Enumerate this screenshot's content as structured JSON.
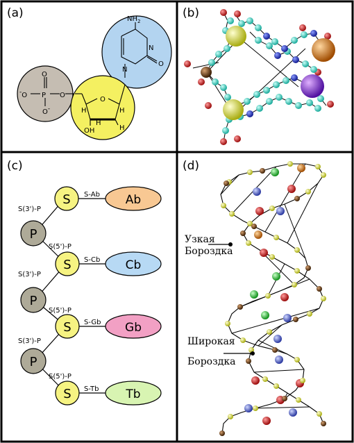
{
  "panels": {
    "a": {
      "label": "(a)",
      "base_group": {
        "nh2": "NH",
        "sub2": "2",
        "n3": "N",
        "n1": "N",
        "o": "O"
      },
      "phosphate": {
        "o_top": "O",
        "o_left": "O",
        "p": "P",
        "o_right": "O",
        "o_bottom": "O",
        "minus": "-"
      },
      "sugar": {
        "o_ring": "O",
        "h_left": "H",
        "h_right": "H",
        "h_low_left": "H",
        "h_low_right": "H",
        "oh": "OH"
      },
      "colors": {
        "base": "#b3d4f0",
        "phosphate": "#c5bdb2",
        "sugar": "#f4f061"
      }
    },
    "b": {
      "label": "(b)",
      "colors": {
        "cyan": "#3ad7c8",
        "blue": "#2433c8",
        "red": "#d41a1a",
        "yellow": "#e8ec2c",
        "orange": "#f08c20",
        "purple": "#8a2ad8",
        "brown": "#6b3a10"
      }
    },
    "c": {
      "label": "(c)",
      "s_label": "S",
      "p_label": "P",
      "links": {
        "s3p": "S(3')-P",
        "s5p": "S(5')-P"
      },
      "bases": [
        {
          "bond": "S-Ab",
          "name": "Ab",
          "color": "#f8c893"
        },
        {
          "bond": "S-Cb",
          "name": "Cb",
          "color": "#b7d9f4"
        },
        {
          "bond": "S-Gb",
          "name": "Gb",
          "color": "#f2a0c4"
        },
        {
          "bond": "S-Tb",
          "name": "Tb",
          "color": "#d8f4b2"
        }
      ],
      "colors": {
        "s": "#f6f382",
        "p": "#aeaa98"
      }
    },
    "d": {
      "label": "(d)",
      "minor_groove": {
        "line1": "Узкая",
        "line2": "Бороздка"
      },
      "major_groove": {
        "line1": "Широкая",
        "line2": "Бороздка"
      },
      "colors": {
        "backbone_yellow": "#e6ea2a",
        "backbone_brown": "#7a4a10",
        "green": "#33cc33",
        "red": "#d81a1a",
        "blue": "#5566cc",
        "orange": "#e88020"
      }
    }
  }
}
